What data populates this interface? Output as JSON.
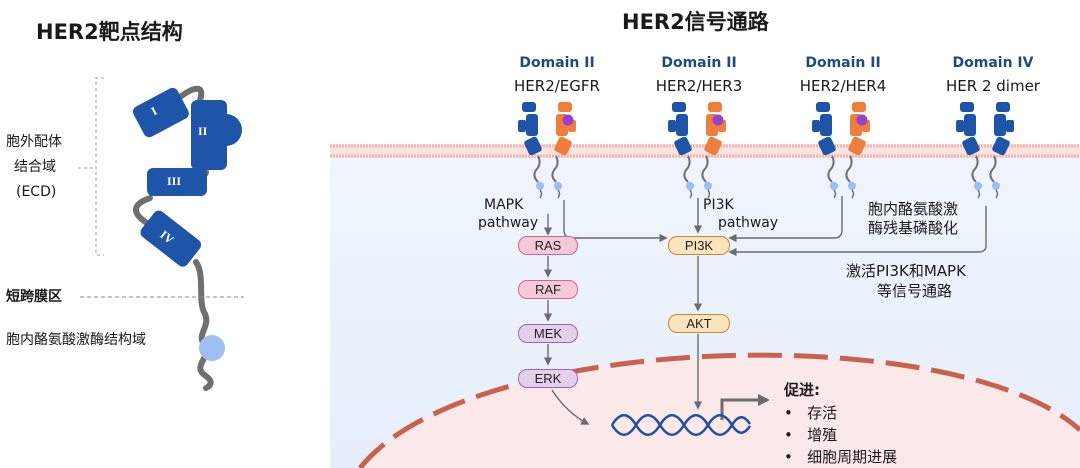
{
  "left_panel": {
    "title": "HER2靶点结构",
    "ecd_label": [
      "胞外配体",
      "结合域",
      "(ECD)"
    ],
    "domains": [
      "I",
      "II",
      "III",
      "IV"
    ],
    "tm_label": "短跨膜区",
    "kinase_label": "胞内酪氨酸激酶结构域"
  },
  "right_panel": {
    "title": "HER2信号通路",
    "dimers": [
      {
        "domain": "Domain II",
        "pair": "HER2/EGFR"
      },
      {
        "domain": "Domain II",
        "pair": "HER2/HER3"
      },
      {
        "domain": "Domain II",
        "pair": "HER2/HER4"
      },
      {
        "domain": "Domain IV",
        "pair": "HER 2 dimer"
      }
    ],
    "mapk_pathway": [
      "MAPK",
      "pathway"
    ],
    "pi3k_pathway": [
      "PI3K",
      "pathway"
    ],
    "tk_phos": [
      "胞内酪氨酸激",
      "酶残基磷酸化"
    ],
    "activate": [
      "激活PI3K和MAPK",
      "等信号通路"
    ],
    "mapk_nodes": [
      "RAS",
      "RAF",
      "MEK",
      "ERK"
    ],
    "pi3k_nodes": [
      "PI3K",
      "AKT"
    ],
    "promote_title": "促进:",
    "promote_items": [
      "存活",
      "增殖",
      "细胞周期进展"
    ]
  },
  "colors": {
    "her2_blue": "#1e55a8",
    "partner_orange": "#ee7d3e",
    "ligand_purple": "#9b3fd0",
    "membrane_pink": "#f2b5b5",
    "nucleus_red": "#c9614f",
    "dna_blue": "#1f4fa0"
  }
}
